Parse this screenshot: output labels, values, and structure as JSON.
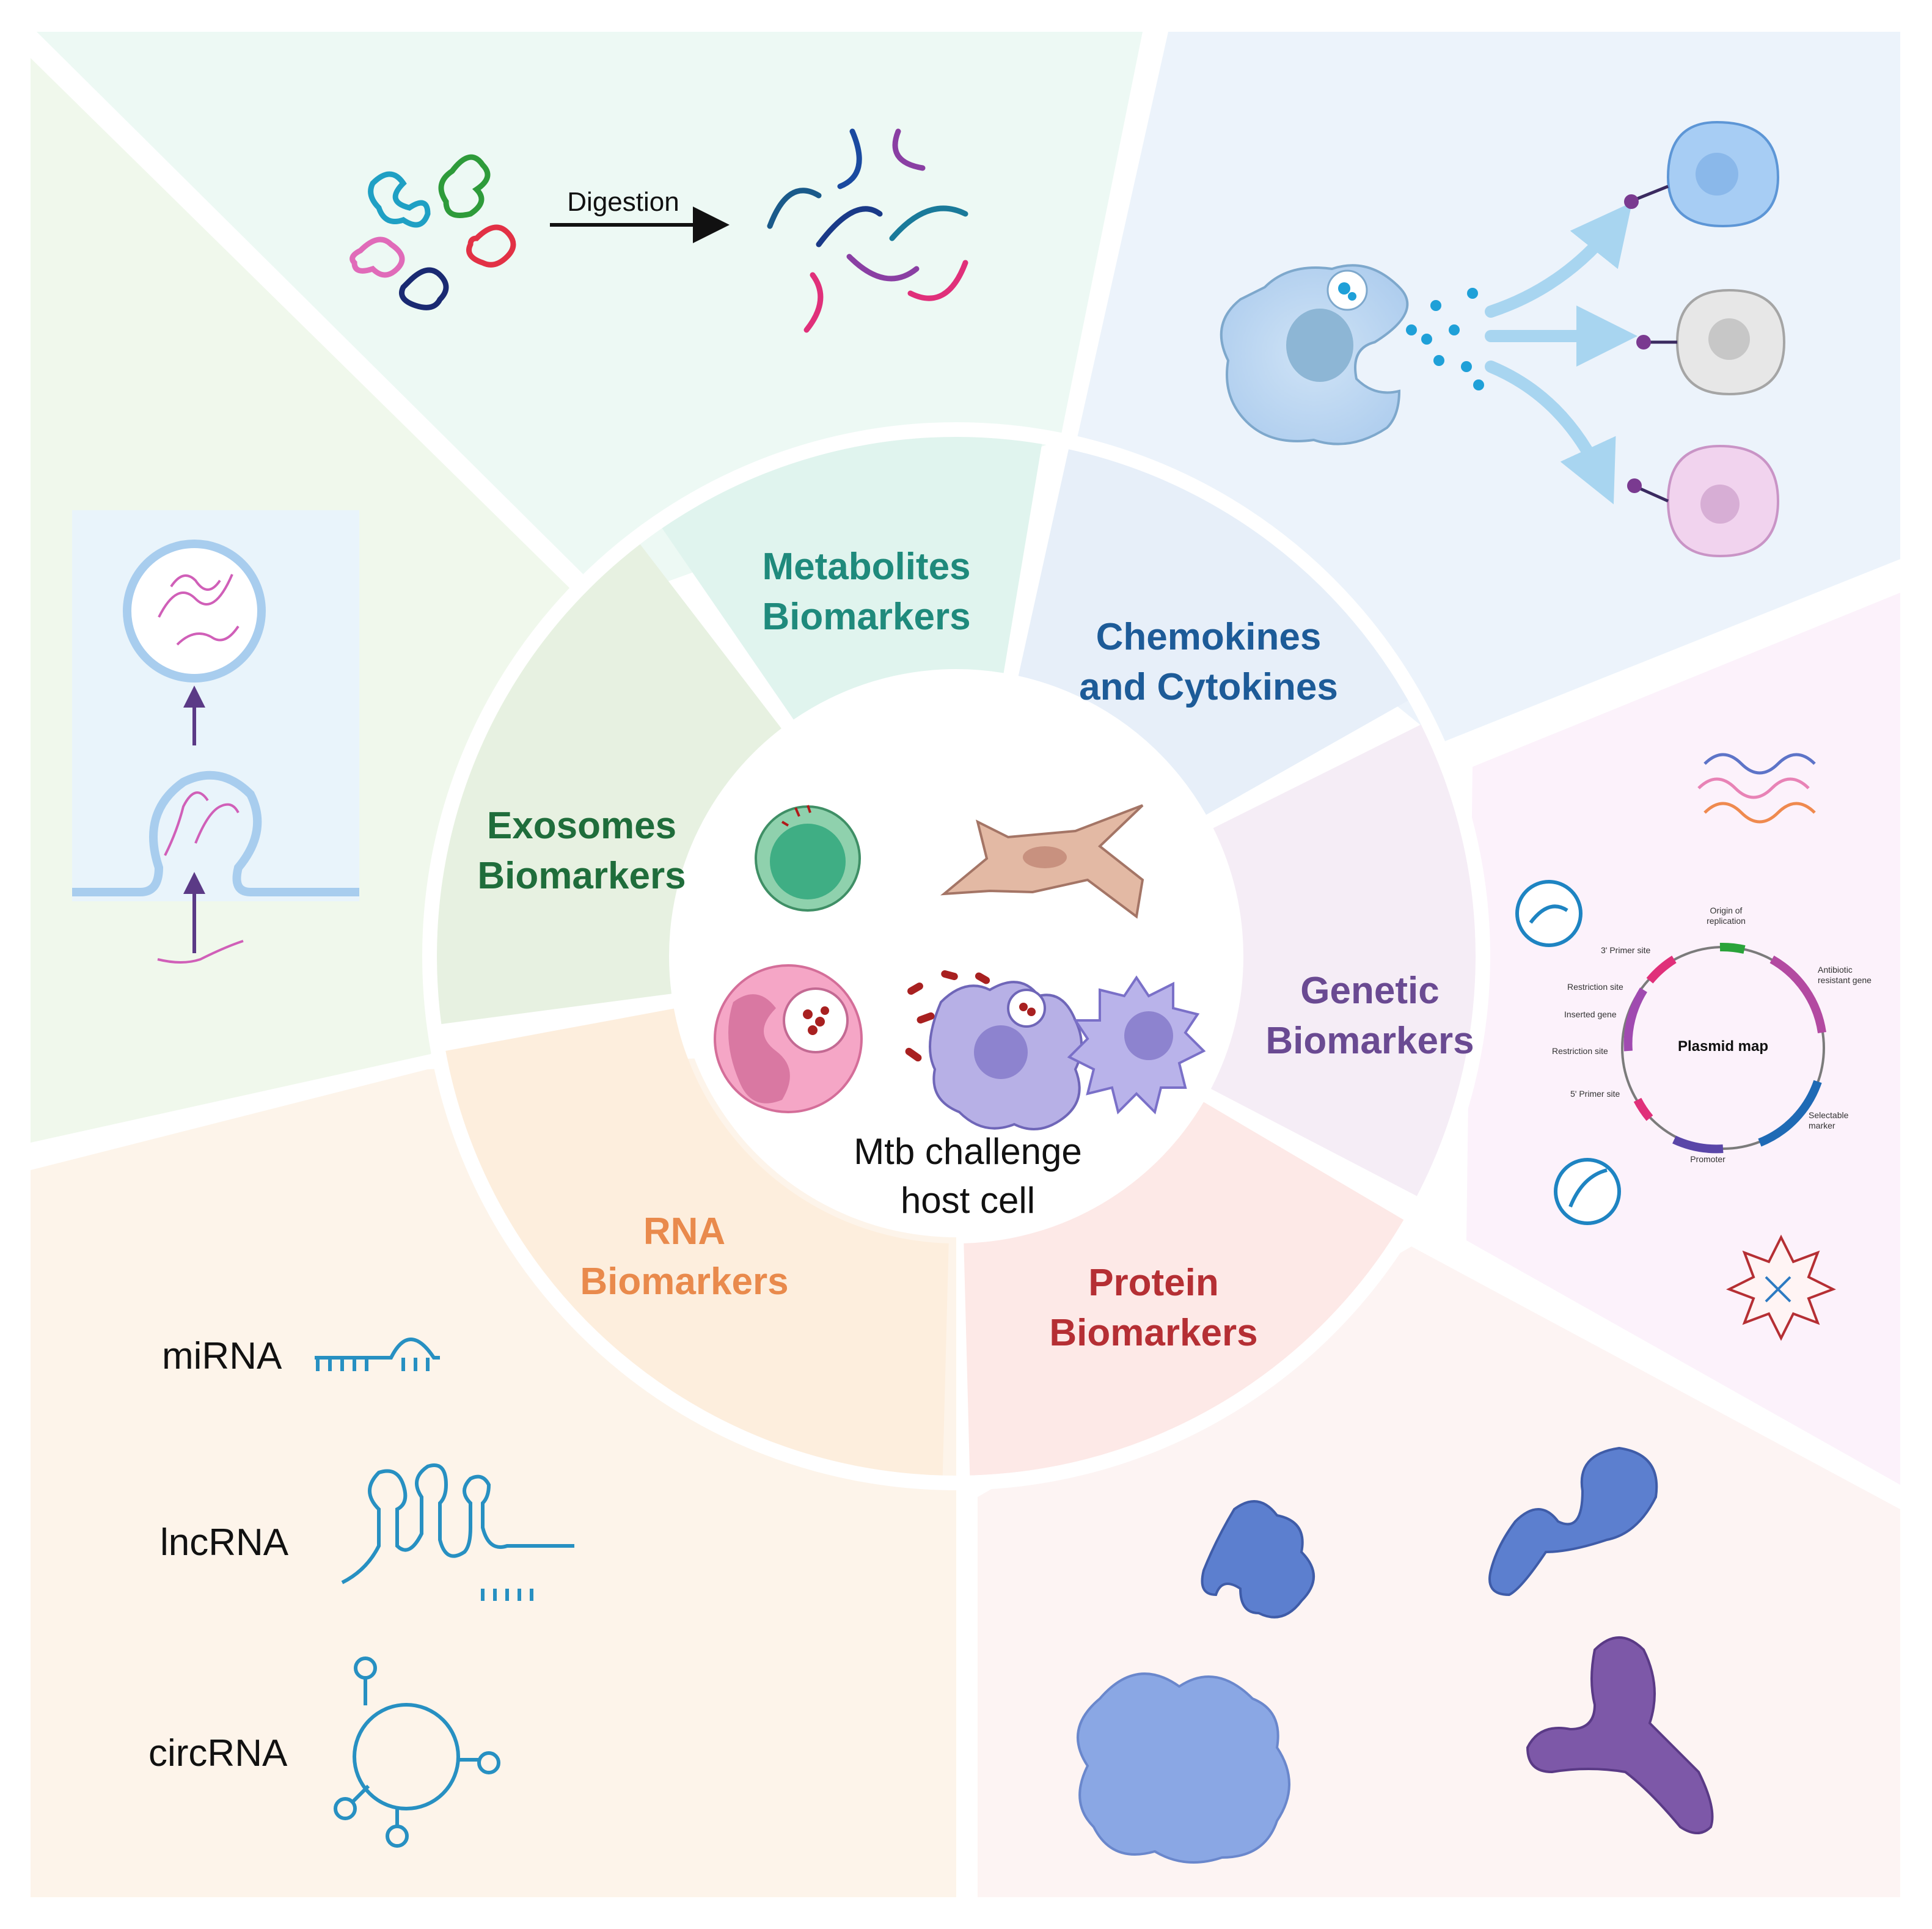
{
  "center": {
    "line1": "Mtb challenge",
    "line2": "host cell"
  },
  "sectors": {
    "metabolites": {
      "line1": "Metabolites",
      "line2": "Biomarkers",
      "color": "#1f8a7c"
    },
    "chemokines": {
      "line1": "Chemokines",
      "line2": "and Cytokines",
      "color": "#1d5b98"
    },
    "genetic": {
      "line1": "Genetic",
      "line2": "Biomarkers",
      "color": "#6a4a92"
    },
    "protein": {
      "line1": "Protein",
      "line2": "Biomarkers",
      "color": "#b52f34"
    },
    "rna": {
      "line1": "RNA",
      "line2": "Biomarkers",
      "color": "#e98a4c"
    },
    "exosomes": {
      "line1": "Exosomes",
      "line2": "Biomarkers",
      "color": "#1f6d3b"
    }
  },
  "metabolites_panel": {
    "arrow_label": "Digestion"
  },
  "rna_panel": {
    "items": [
      "miRNA",
      "lncRNA",
      "circRNA"
    ]
  },
  "plasmid": {
    "title": "Plasmid map",
    "origin_line1": "Origin of",
    "origin_line2": "replication",
    "antibiotic_line1": "Antibiotic",
    "antibiotic_line2": "resistant gene",
    "selectable_line1": "Selectable",
    "selectable_line2": "marker",
    "promoter": "Promoter",
    "primer5": "5' Primer site",
    "restriction_bottom": "Restriction site",
    "inserted": "Inserted gene",
    "restriction_top": "Restriction site",
    "primer3": "3' Primer site"
  },
  "icons": [
    "folded-molecule-icon",
    "molecule-fragment-icon",
    "macrophage-icon",
    "target-cell-icon",
    "exosome-vesicle-icon",
    "budding-membrane-icon",
    "mirna-hairpin-icon",
    "lncrna-icon",
    "circrna-icon",
    "dna-strand-icon",
    "dna-scan-icon",
    "dna-damage-icon",
    "protein-blob-icon",
    "lymphocyte-icon",
    "fibroblast-icon",
    "neutrophil-icon",
    "infected-macrophage-icon",
    "dendritic-cell-icon"
  ]
}
